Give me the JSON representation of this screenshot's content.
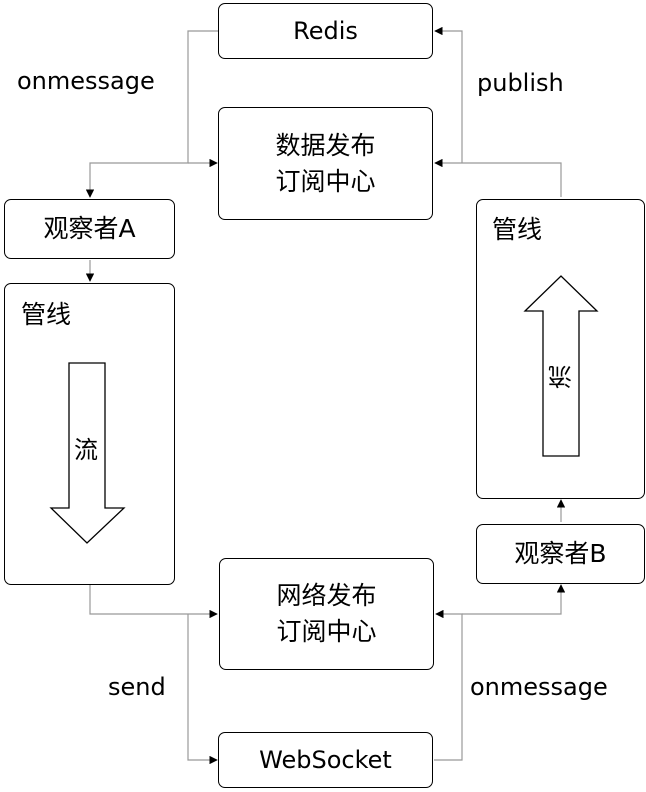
{
  "nodes": {
    "redis": "Redis",
    "data_center_line1": "数据发布",
    "data_center_line2": "订阅中心",
    "observer_a": "观察者A",
    "observer_b": "观察者B",
    "net_center_line1": "网络发布",
    "net_center_line2": "订阅中心",
    "websocket": "WebSocket"
  },
  "pipes": {
    "left_title": "管线",
    "right_title": "管线",
    "left_flow": "流",
    "right_flow": "流"
  },
  "edges": {
    "onmessage_top": "onmessage",
    "publish": "publish",
    "send": "send",
    "onmessage_bottom": "onmessage"
  }
}
